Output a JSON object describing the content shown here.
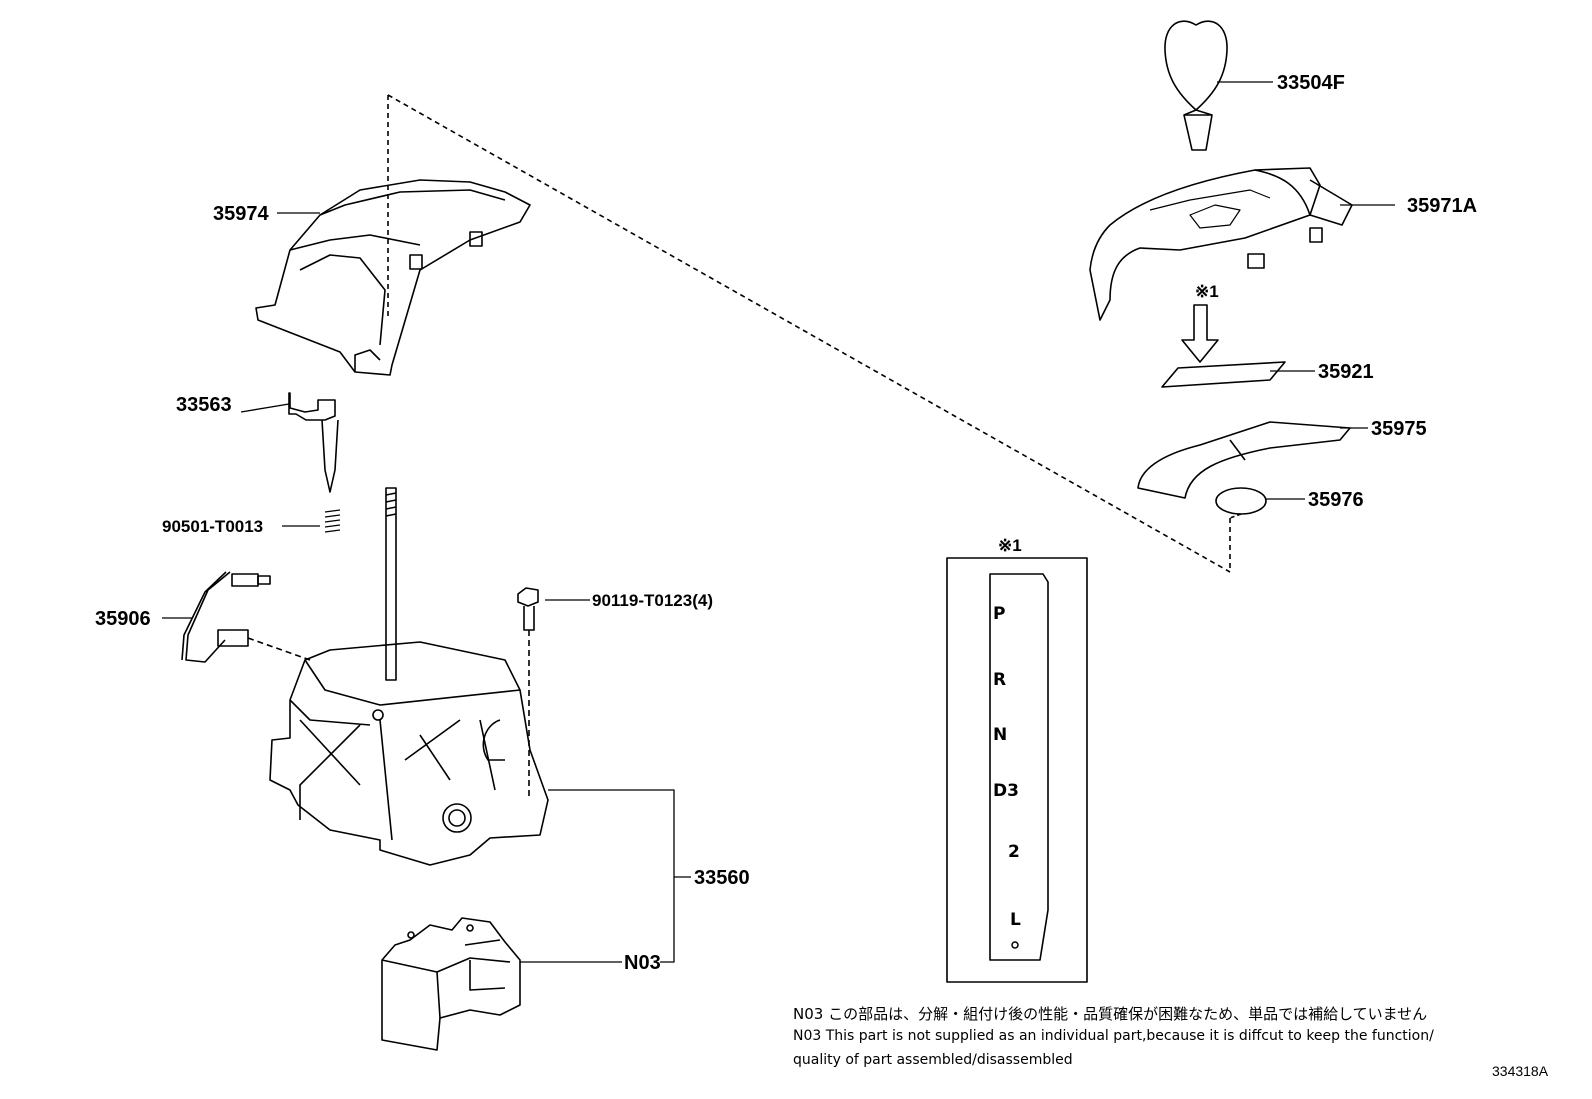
{
  "parts": {
    "p33504F": "33504F",
    "p35971A": "35971A",
    "p35974": "35974",
    "p33563": "33563",
    "p90501": "90501-T0013",
    "p35906": "35906",
    "p90119": "90119-T0123(4)",
    "p33560": "33560",
    "pN03": "N03",
    "p35921": "35921",
    "p35975": "35975",
    "p35976": "35976"
  },
  "ref_marks": {
    "arrow_mark": "※1",
    "gate_mark": "※1"
  },
  "gate_positions": [
    "P",
    "R",
    "N",
    "D3",
    "2",
    "L"
  ],
  "notes": {
    "line1": "N03 この部品は、分解・組付け後の性能・品質確保が困難なため、単品では補給していません",
    "line2": "N03 This part is not supplied as an  individual part,because it is diffcut to keep the function/",
    "line3": "quality of part assembled/disassembled"
  },
  "figure_number": "334318A"
}
